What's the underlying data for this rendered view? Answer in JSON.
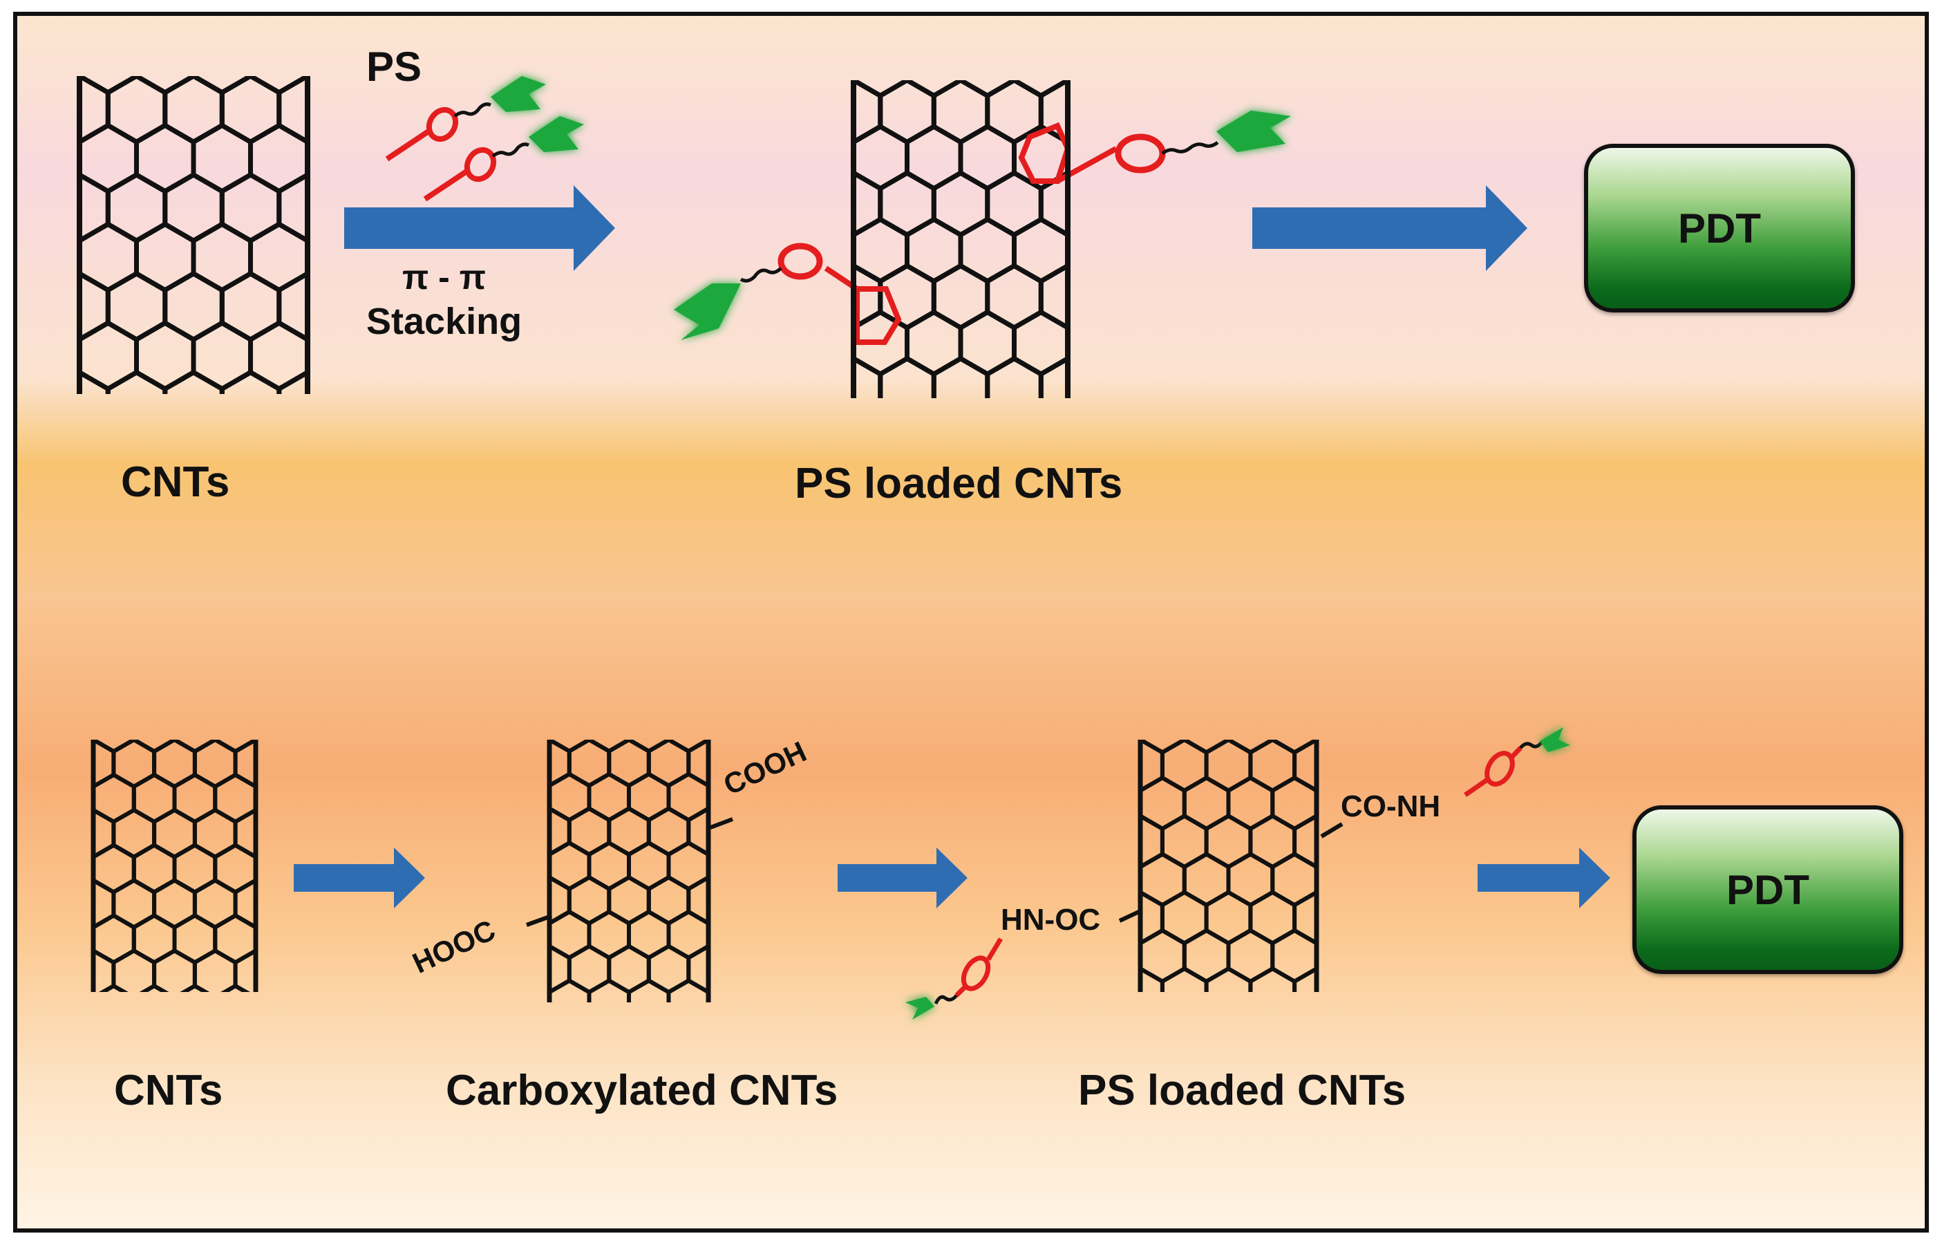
{
  "top_row": {
    "ps_label": "PS",
    "pi_label": "π - π",
    "stacking_label": "Stacking",
    "cnt_label": "CNTs",
    "loaded_label": "PS loaded CNTs",
    "pdt_label": "PDT"
  },
  "bottom_row": {
    "cnt_label": "CNTs",
    "carboxylated_label": "Carboxylated CNTs",
    "loaded_label": "PS loaded CNTs",
    "cooh_label": "COOH",
    "hooc_label": "HOOC",
    "conh_label": "CO-NH",
    "hnoc_label": "HN-OC",
    "pdt_label": "PDT"
  },
  "colors": {
    "arrow": "#2f6db3",
    "ps_red": "#e41e1e",
    "ps_green": "#1ea83c",
    "outline": "#111111"
  }
}
